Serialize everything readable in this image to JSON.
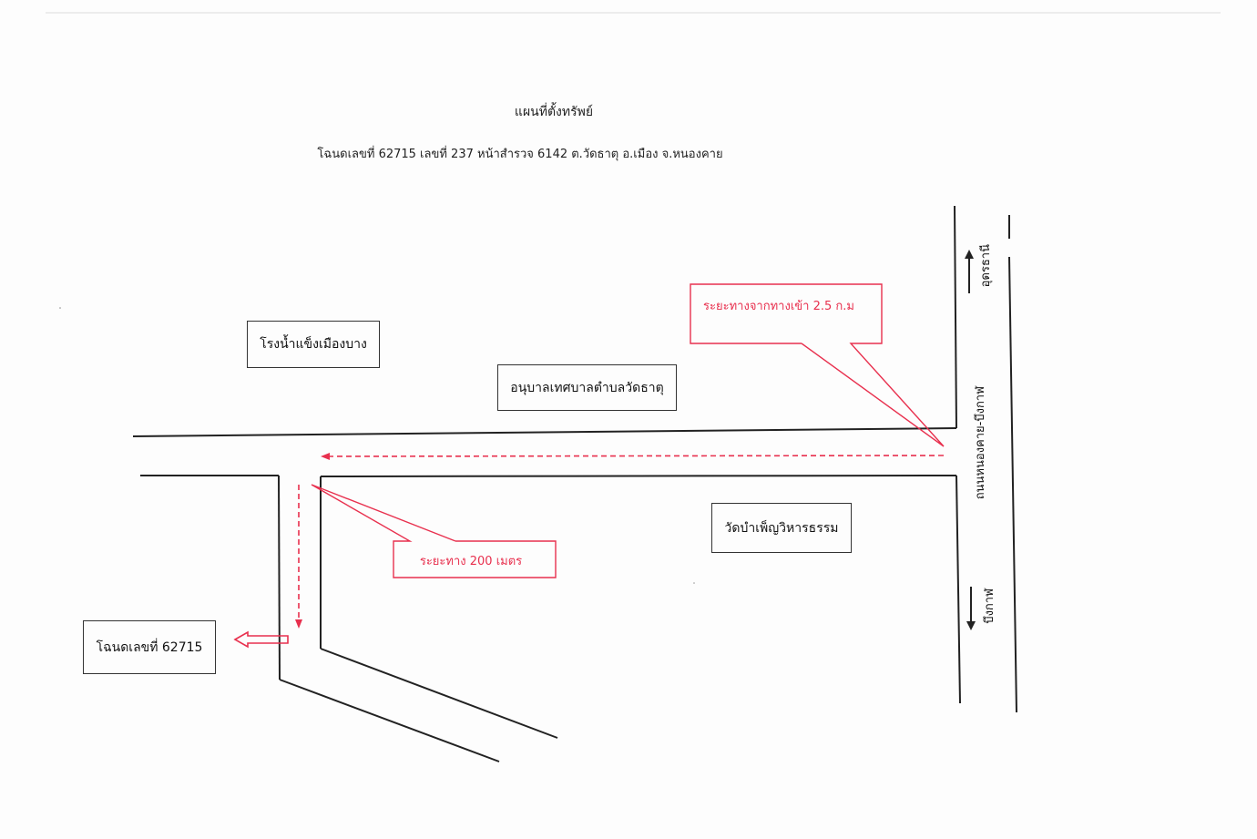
{
  "header": {
    "title": "แผนที่ตั้งทรัพย์",
    "subtitle": "โฉนดเลขที่ 62715 เลขที่ 237 หน้าสำรวจ 6142 ต.วัดธาตุ อ.เมือง จ.หนองคาย"
  },
  "landmarks": {
    "ice_factory": "โรงน้ำแข็งเมืองบาง",
    "kindergarten": "อนุบาลเทศบาลตำบลวัดธาตุ",
    "temple": "วัดบำเพ็ญวิหารธรรม",
    "deed": "โฉนดเลขที่ 62715"
  },
  "roads": {
    "main_road": "ถนนหนองคาย-บึงกาฬ",
    "to_udon": "อุดรธานี",
    "to_bueng_kan": "บึงกาฬ"
  },
  "callouts": {
    "distance_from_entrance": "ระยะทางจากทางเข้า 2.5 ก.ม",
    "distance_200m": "ระยะทาง 200 เมตร"
  },
  "colors": {
    "road_line": "#222222",
    "route_red": "#e8304e"
  }
}
